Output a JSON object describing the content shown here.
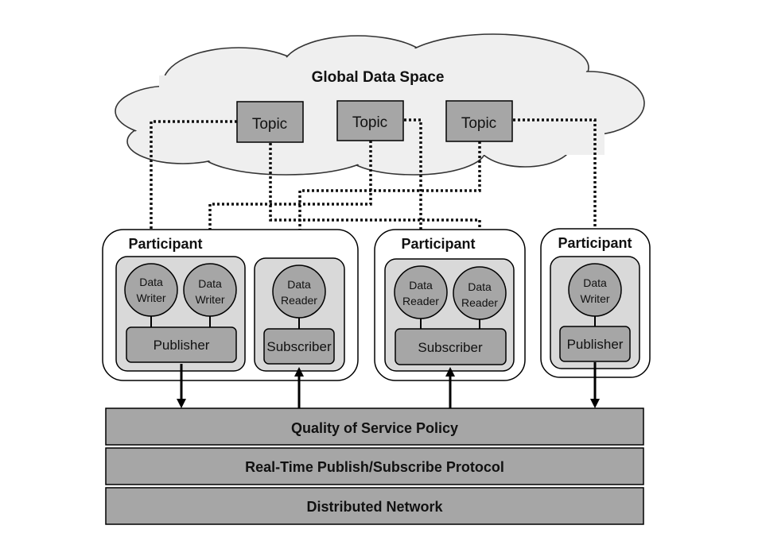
{
  "cloud": {
    "title": "Global Data Space"
  },
  "topics": [
    "Topic",
    "Topic",
    "Topic"
  ],
  "participants": [
    {
      "label": "Participant",
      "groups": [
        {
          "endpoints": [
            [
              "Data",
              "Writer"
            ],
            [
              "Data",
              "Writer"
            ]
          ],
          "box": "Publisher"
        },
        {
          "endpoints": [
            [
              "Data",
              "Reader"
            ]
          ],
          "box": "Subscriber"
        }
      ]
    },
    {
      "label": "Participant",
      "groups": [
        {
          "endpoints": [
            [
              "Data",
              "Reader"
            ],
            [
              "Data",
              "Reader"
            ]
          ],
          "box": "Subscriber"
        }
      ]
    },
    {
      "label": "Participant",
      "groups": [
        {
          "endpoints": [
            [
              "Data",
              "Writer"
            ]
          ],
          "box": "Publisher"
        }
      ]
    }
  ],
  "layers": [
    "Quality of Service Policy",
    "Real-Time Publish/Subscribe Protocol",
    "Distributed Network"
  ],
  "colors": {
    "gray_box": "#a6a6a6",
    "inner_panel": "#d9d9d9",
    "cloud_fill": "#efefef",
    "stroke": "#000000"
  }
}
